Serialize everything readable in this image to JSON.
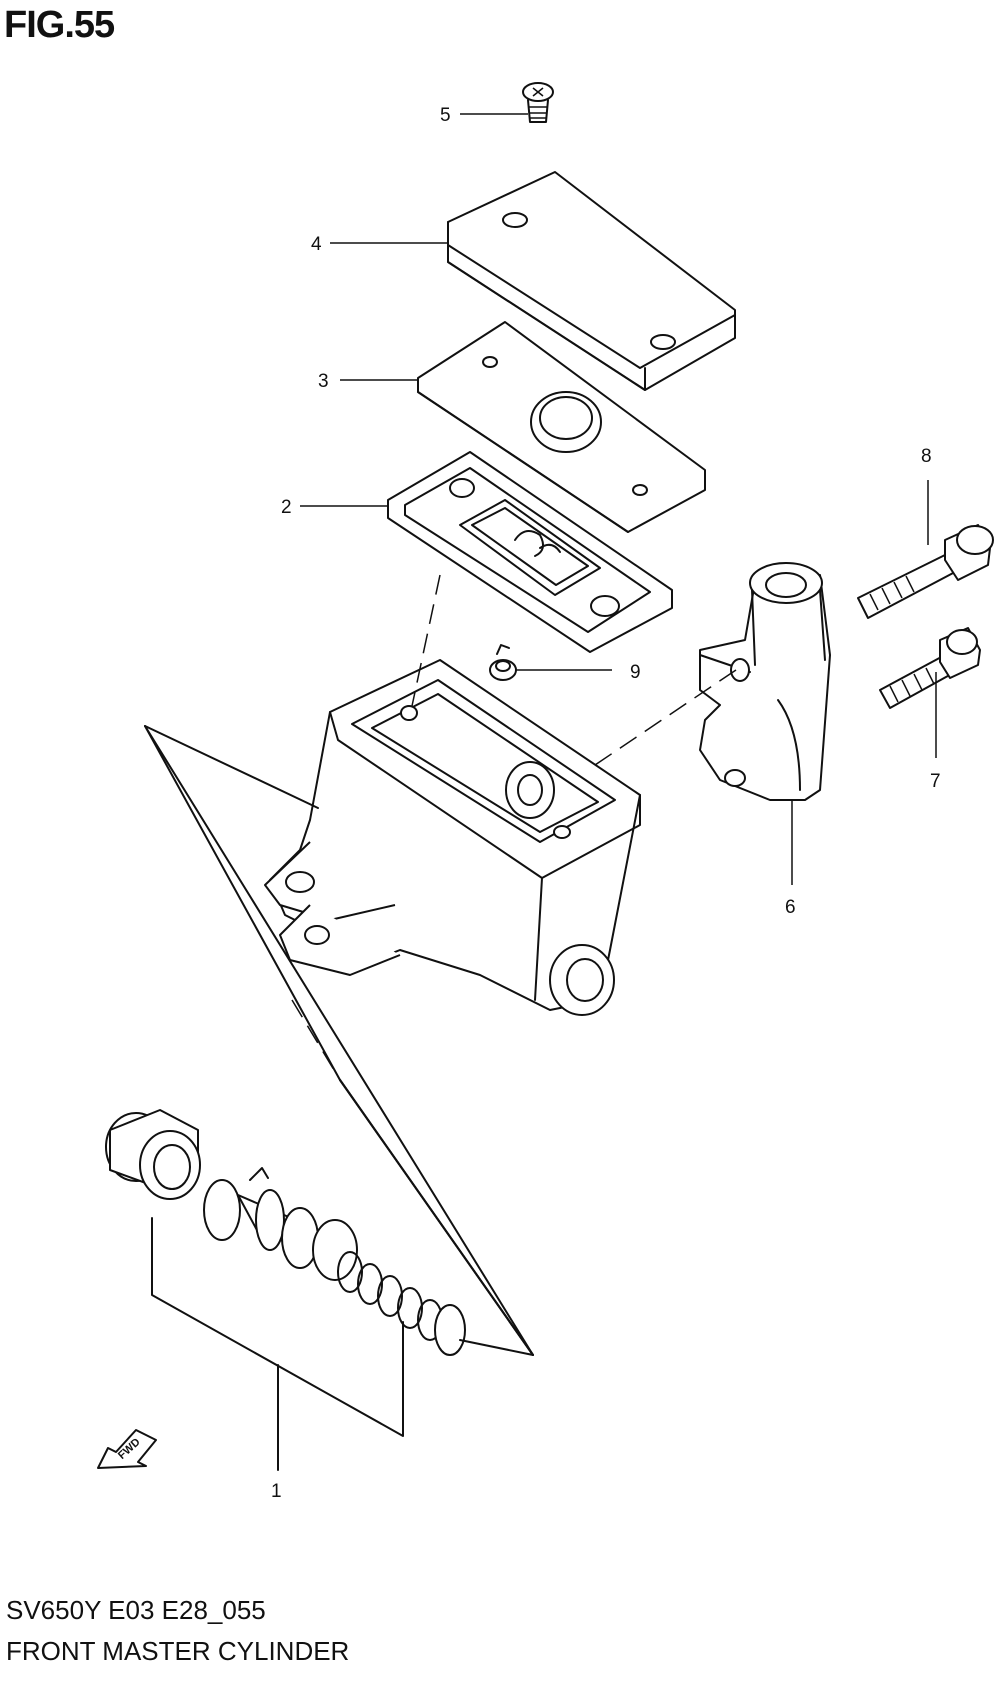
{
  "figure": {
    "title": "FIG.55",
    "model_code": "SV650Y E03 E28_055",
    "name": "FRONT MASTER CYLINDER"
  },
  "callouts": [
    {
      "id": "1",
      "label": "1"
    },
    {
      "id": "2",
      "label": "2"
    },
    {
      "id": "3",
      "label": "3"
    },
    {
      "id": "4",
      "label": "4"
    },
    {
      "id": "5",
      "label": "5"
    },
    {
      "id": "6",
      "label": "6"
    },
    {
      "id": "7",
      "label": "7"
    },
    {
      "id": "8",
      "label": "8"
    },
    {
      "id": "9",
      "label": "9"
    }
  ],
  "direction_arrow": {
    "label": "FWD",
    "icon": "fwd-arrow-icon"
  }
}
